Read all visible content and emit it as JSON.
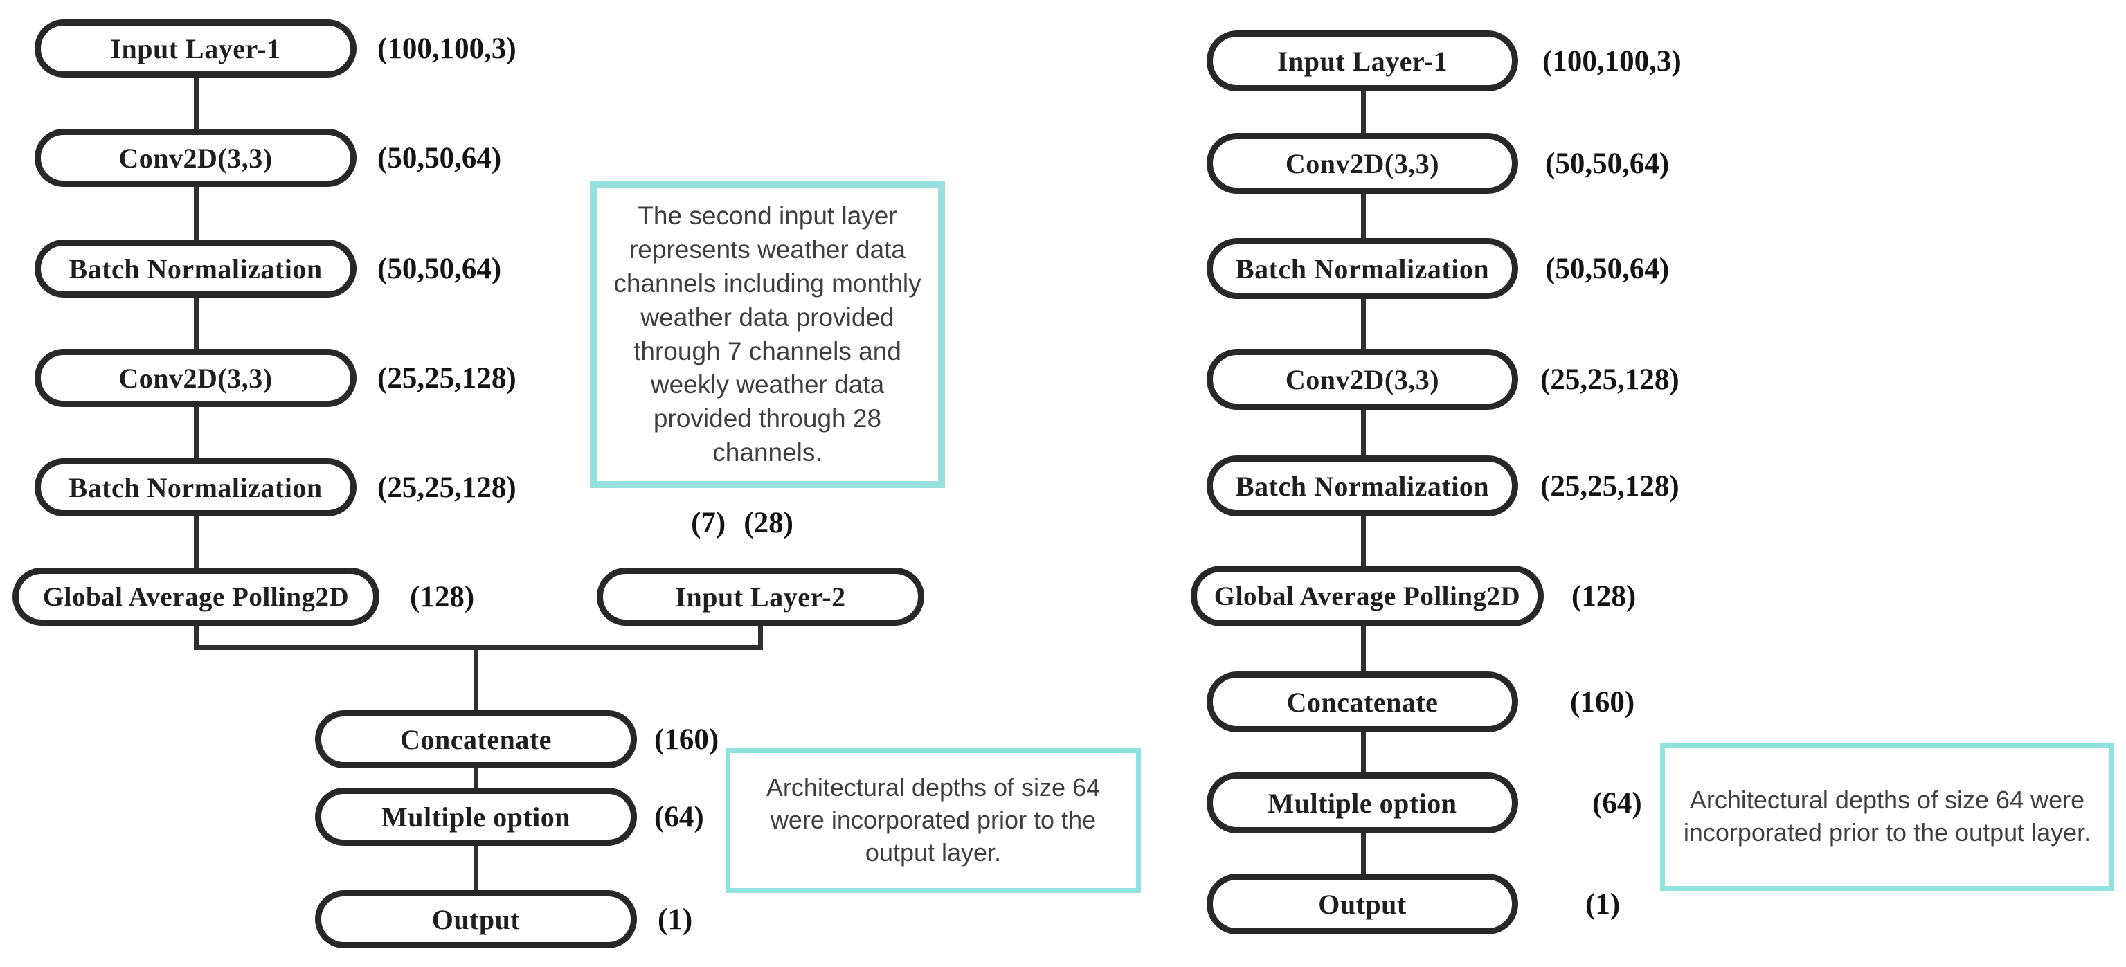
{
  "left": {
    "nodes": [
      {
        "label": "Input Layer-1",
        "shape": "(100,100,3)"
      },
      {
        "label": "Conv2D(3,3)",
        "shape": "(50,50,64)"
      },
      {
        "label": "Batch Normalization",
        "shape": "(50,50,64)"
      },
      {
        "label": "Conv2D(3,3)",
        "shape": "(25,25,128)"
      },
      {
        "label": "Batch Normalization",
        "shape": "(25,25,128)"
      },
      {
        "label": "Global Average Polling2D",
        "shape": "(128)"
      },
      {
        "label": "Input Layer-2",
        "shape": ""
      },
      {
        "label": "Concatenate",
        "shape": "(160)"
      },
      {
        "label": "Multiple option",
        "shape": "(64)"
      },
      {
        "label": "Output",
        "shape": "(1)"
      }
    ],
    "input2_above": {
      "a": "(7)",
      "b": "(28)"
    }
  },
  "right": {
    "nodes": [
      {
        "label": "Input Layer-1",
        "shape": "(100,100,3)"
      },
      {
        "label": "Conv2D(3,3)",
        "shape": "(50,50,64)"
      },
      {
        "label": "Batch Normalization",
        "shape": "(50,50,64)"
      },
      {
        "label": "Conv2D(3,3)",
        "shape": "(25,25,128)"
      },
      {
        "label": "Batch Normalization",
        "shape": "(25,25,128)"
      },
      {
        "label": "Global Average Polling2D",
        "shape": "(128)"
      },
      {
        "label": "Concatenate",
        "shape": "(160)"
      },
      {
        "label": "Multiple option",
        "shape": "(64)"
      },
      {
        "label": "Output",
        "shape": "(1)"
      }
    ]
  },
  "notes": {
    "weather": "The second input layer represents weather data channels including monthly weather data provided through 7 channels and weekly weather data provided through 28 channels.",
    "arch_left": "Architectural depths of size 64 were incorporated prior to the output layer.",
    "arch_right": "Architectural depths of size 64 were incorporated prior to the output layer."
  },
  "colors": {
    "node_border": "#282828",
    "connector": "#2f2f2f",
    "note_border_teal": "#96e1de",
    "note_text": "#3e3e3e"
  }
}
